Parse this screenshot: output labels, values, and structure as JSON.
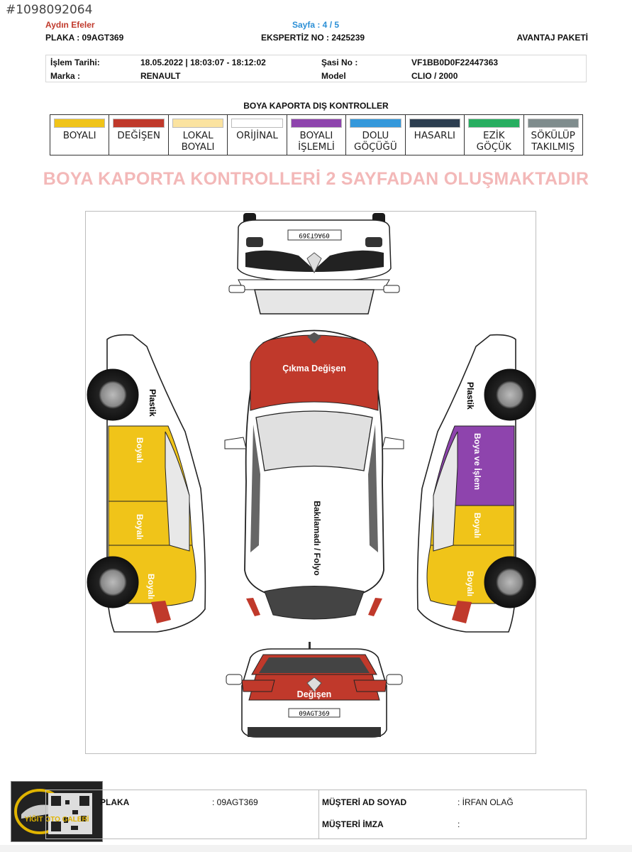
{
  "listing_id": "#1098092064",
  "header": {
    "branch": "Aydın Efeler",
    "page": "Sayfa : 4 / 5",
    "plate_line": "PLAKA : 09AGT369",
    "expertiz_line": "EKSPERTİZ NO : 2425239",
    "package": "AVANTAJ PAKETİ"
  },
  "info": {
    "date_label": "İşlem Tarihi:",
    "date_value": "18.05.2022 | 18:03:07 - 18:12:02",
    "chassis_label": "Şasi No :",
    "chassis_value": "VF1BB0D0F22447363",
    "brand_label": "Marka :",
    "brand_value": "RENAULT",
    "model_label": "Model",
    "model_value": "CLIO / 2000"
  },
  "legend": {
    "title": "BOYA KAPORTA DIŞ KONTROLLER",
    "items": [
      {
        "line1": "BOYALI",
        "line2": "",
        "color": "#f0c419"
      },
      {
        "line1": "DEĞİŞEN",
        "line2": "",
        "color": "#c0392b"
      },
      {
        "line1": "LOKAL",
        "line2": "BOYALI",
        "color": "#fbe3a0"
      },
      {
        "line1": "ORİJİNAL",
        "line2": "",
        "color": "#ffffff"
      },
      {
        "line1": "BOYALI",
        "line2": "İŞLEMLİ",
        "color": "#8e44ad"
      },
      {
        "line1": "DOLU",
        "line2": "GÖÇÜĞÜ",
        "color": "#3498db"
      },
      {
        "line1": "HASARLI",
        "line2": "",
        "color": "#2c3e50"
      },
      {
        "line1": "EZİK",
        "line2": "GÖÇÜK",
        "color": "#27ae60"
      },
      {
        "line1": "SÖKÜLÜP",
        "line2": "TAKILMIŞ",
        "color": "#7f8c8d"
      }
    ]
  },
  "banner": "BOYA KAPORTA KONTROLLERİ 2 SAYFADAN OLUŞMAKTADIR",
  "diagram": {
    "plate_front": "09AGT369",
    "plate_rear": "09AGT369",
    "hood_label": "Çıkma Değişen",
    "roof_label": "Bakılamadı / Folyo",
    "trunk_label": "Değişen",
    "left_bumper_label": "Plastik",
    "left_front_door_label": "Boyalı",
    "left_rear_door_label": "Boyalı",
    "left_rear_fender_label": "Boyalı",
    "right_bumper_label": "Plastik",
    "right_front_door_label": "Boya ve İşlem",
    "right_rear_door_label": "Boyalı",
    "right_rear_fender_label": "Boyalı",
    "colors": {
      "painted": "#f0c419",
      "changed": "#c0392b",
      "processed": "#8e44ad"
    }
  },
  "footer": {
    "plate_label": "PLAKA",
    "plate_value": ": 09AGT369",
    "customer_label": "MÜŞTERİ AD SOYAD",
    "customer_value": ": İRFAN OLAĞ",
    "signature_label": "MÜŞTERİ İMZA",
    "signature_value": ":"
  },
  "logo": {
    "text": "YİĞİT OTO GALERİ",
    "icon": "car-logo-icon"
  }
}
